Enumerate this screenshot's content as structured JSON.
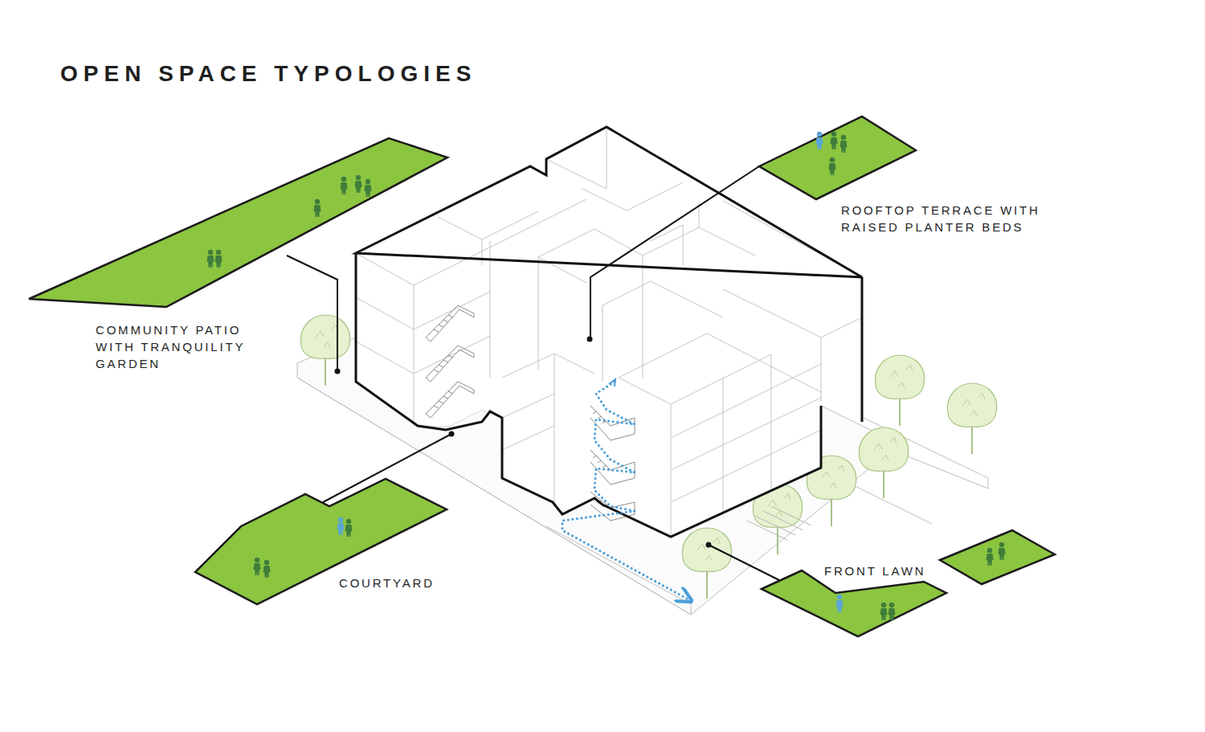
{
  "diagram": {
    "title": "OPEN SPACE TYPOLOGIES",
    "labels": [
      "COMMUNITY PATIO WITH TRANQUILITY GARDEN",
      "ROOFTOP TERRACE WITH RAISED PLANTER BEDS",
      "COURTYARD",
      "FRONT LAWN"
    ]
  }
}
